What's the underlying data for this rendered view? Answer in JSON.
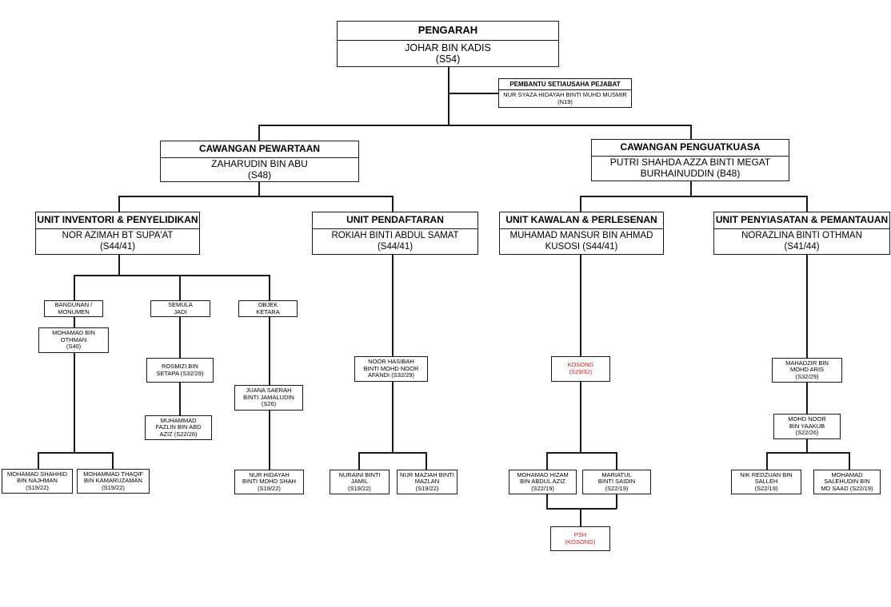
{
  "pengarah": {
    "title": "PENGARAH",
    "name": "JOHAR BIN KADIS",
    "grade": "(S54)"
  },
  "pembantu": {
    "title": "PEMBANTU SETIAUSAHA PEJABAT",
    "name": "NUR SYAZA HIDAYAH BINTI MUHD MUSMIR",
    "grade": "(N19)"
  },
  "pewartaan": {
    "title": "CAWANGAN PEWARTAAN",
    "name": "ZAHARUDIN BIN ABU",
    "grade": "(S48)"
  },
  "penguatkuasa": {
    "title": "CAWANGAN PENGUATKUASA",
    "line1": "PUTRI SHAHDA AZZA BINTI MEGAT",
    "line2": "BURHAINUDDIN (B48)"
  },
  "inventori": {
    "title": "UNIT INVENTORI & PENYELIDIKAN",
    "name": "NOR AZIMAH BT SUPA'AT",
    "grade": "(S44/41)"
  },
  "pendaftaran": {
    "title": "UNIT PENDAFTARAN",
    "name": "ROKIAH BINTI ABDUL SAMAT",
    "grade": "(S44/41)"
  },
  "kawalan": {
    "title": "UNIT KAWALAN & PERLESENAN",
    "line1": "MUHAMAD MANSUR BIN AHMAD",
    "line2": "KUSOSI  (S44/41)"
  },
  "penyiasatan": {
    "title": "UNIT PENYIASATAN & PEMANTAUAN",
    "name": "NORAZLINA BINTI OTHMAN",
    "grade": "(S41/44)"
  },
  "bangunan": {
    "lines": [
      "BANGUNAN /",
      "MONUMEN"
    ]
  },
  "semula": {
    "lines": [
      "SEMULA",
      "JADI"
    ]
  },
  "objek": {
    "lines": [
      "OBJEK",
      "KETARA"
    ]
  },
  "mohamad_othman": {
    "lines": [
      "MOHAMAD BIN",
      "OTHMAN",
      "(S40)"
    ]
  },
  "rosmizi": {
    "lines": [
      "ROSMIZI BIN",
      "SETAPA (S32/29)"
    ]
  },
  "fazlin": {
    "lines": [
      "MUHAMMAD",
      "FAZLIN BIN ABD",
      "AZIZ  (S22/26)"
    ]
  },
  "juana": {
    "lines": [
      "JUANA SAERAH",
      "BINTI JAMALUDIN",
      "(S26)"
    ]
  },
  "shahhid": {
    "lines": [
      "MOHAMAD SHAHHID",
      "BIN NAJHMAN",
      "(S19/22)"
    ]
  },
  "thaqif": {
    "lines": [
      "MOHAMMAD THAQIF",
      "BIN KAMARUZAMAN",
      "(S19/22)"
    ]
  },
  "hidayah": {
    "lines": [
      "NUR HIDAYAH",
      "BINTI MOHD SHAH",
      "(S19/22)"
    ]
  },
  "hasibah": {
    "lines": [
      "NOOR HASIBAH",
      "BINTI MOHD NOOR",
      "AFANDI (S32/29)"
    ]
  },
  "nuraini": {
    "lines": [
      "NURAINI BINTI",
      "JAMIL",
      "(S19/22)"
    ]
  },
  "maziah": {
    "lines": [
      "NUR MAZIAH BINTI",
      "MAZLAN",
      "(S19/22)"
    ]
  },
  "kosong": {
    "lines": [
      "KOSONG",
      "(S29/32)"
    ]
  },
  "hizam": {
    "lines": [
      "MOHAMAD HIZAM",
      "BIN ABDUL AZIZ",
      "(S22/19)"
    ]
  },
  "mariatul": {
    "lines": [
      "MARIATUL",
      "BINTI SAIDIN",
      "(S22/19)"
    ]
  },
  "psh": {
    "lines": [
      "PSH",
      "(KOSONG)"
    ]
  },
  "mahadzir": {
    "lines": [
      "MAHADZIR BIN",
      "MOHD ARIS",
      "(S32/29)"
    ]
  },
  "mohd_noor": {
    "lines": [
      "MOHD NOOR",
      "BIN YAAKUB",
      "(S22/26)"
    ]
  },
  "redzuan": {
    "lines": [
      "NIK REDZUAN BIN",
      "SALLEH",
      "(S22/19)"
    ]
  },
  "salehudin": {
    "lines": [
      "MOHAMAD",
      "SALEHUDIN BIN",
      "MD SAAD (S22/19)"
    ]
  },
  "colors": {
    "vacant": "#d62020",
    "line": "#1a1a1a"
  }
}
